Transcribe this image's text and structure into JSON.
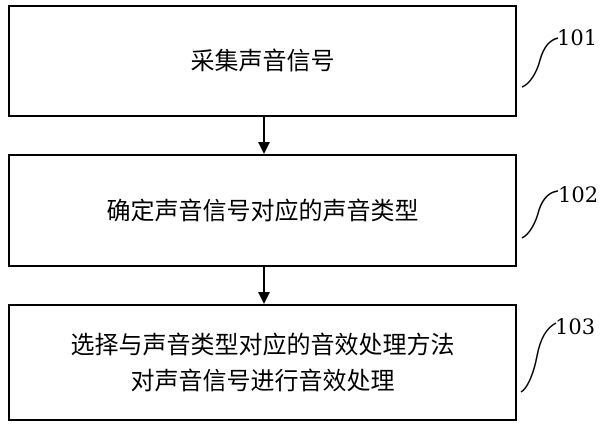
{
  "steps": [
    {
      "id": "101",
      "lines": [
        "采集声音信号"
      ]
    },
    {
      "id": "102",
      "lines": [
        "确定声音信号对应的声音类型"
      ]
    },
    {
      "id": "103",
      "lines": [
        "选择与声音类型对应的音效处理方法",
        "对声音信号进行音效处理"
      ]
    }
  ],
  "colors": {
    "stroke": "#000000",
    "background": "#ffffff"
  }
}
